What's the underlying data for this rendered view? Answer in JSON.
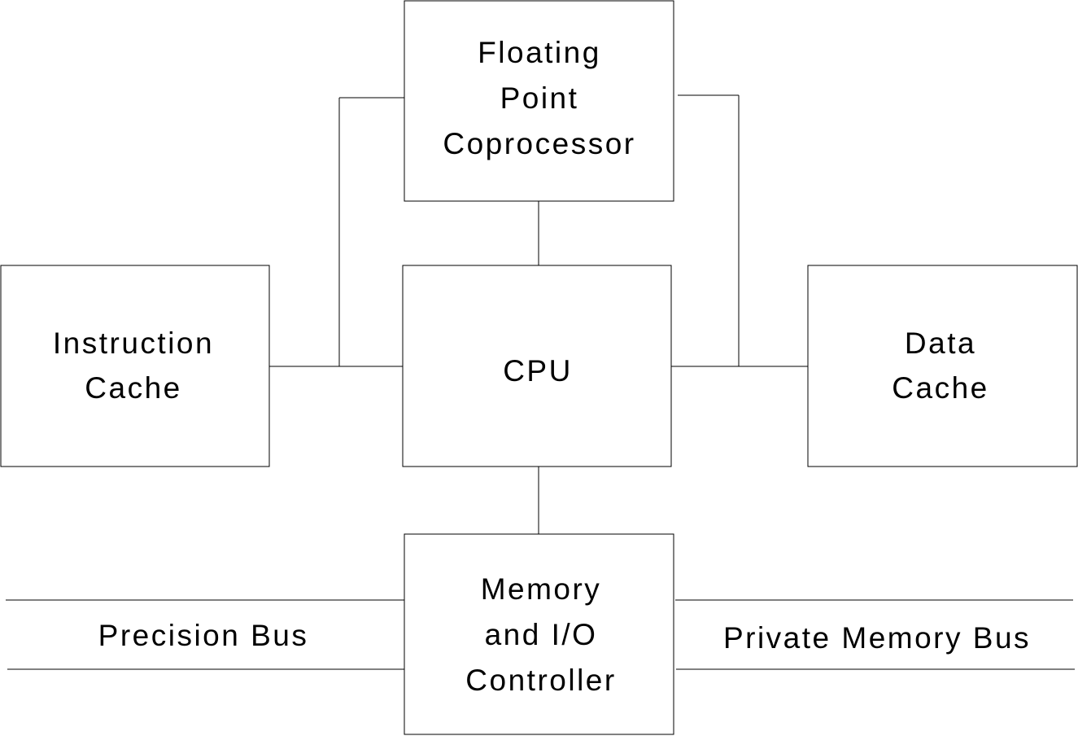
{
  "diagram": {
    "blocks": {
      "fpu": {
        "line1": "Floating",
        "line2": "Point",
        "line3": "Coprocessor"
      },
      "icache": {
        "line1": "Instruction",
        "line2": "Cache"
      },
      "cpu": {
        "line1": "CPU"
      },
      "dcache": {
        "line1": "Data",
        "line2": "Cache"
      },
      "mio": {
        "line1": "Memory",
        "line2": "and I/O",
        "line3": "Controller"
      }
    },
    "buses": {
      "left": "Precision Bus",
      "right": "Private Memory Bus"
    }
  }
}
